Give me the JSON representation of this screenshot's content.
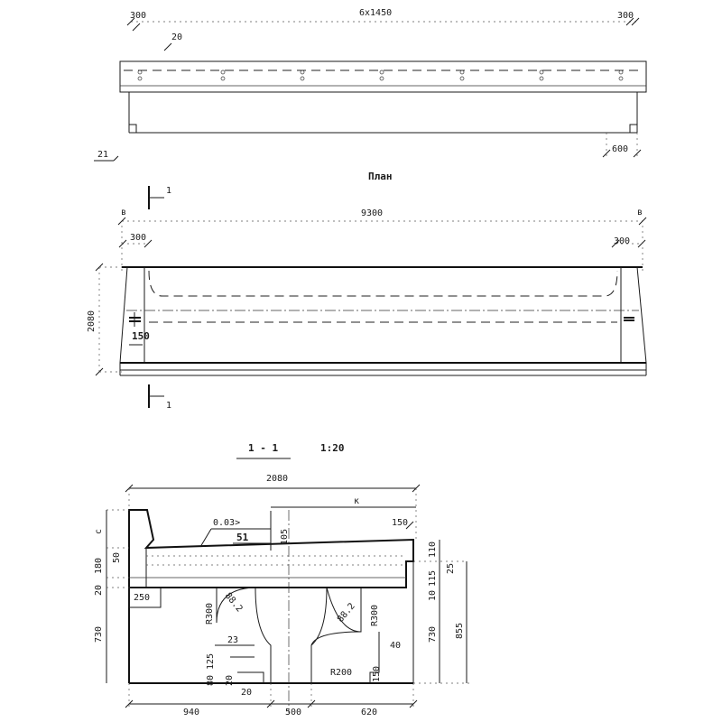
{
  "plan_view": {
    "title": "План",
    "span_label": "9300",
    "end_offset_left": "300",
    "end_offset_right": "300",
    "height_label": "2080",
    "small_dim": "150",
    "section_mark": "1",
    "section_mark_bottom": "1",
    "view_letter_left": "в",
    "view_letter_right": "в"
  },
  "elevation_view": {
    "overall": "6x1450",
    "left_offset": "300",
    "right_offset": "300",
    "top_dim": "20",
    "bottom_dim": "600",
    "callout": "21"
  },
  "section_view": {
    "title": "1 - 1",
    "scale": "1:20",
    "width": "2080",
    "k_label": "к",
    "slope": "0.03>",
    "dims": {
      "d51": "51",
      "d105": "105",
      "d150_top": "150",
      "d110": "110",
      "d115": "115",
      "d10": "10",
      "d25": "25",
      "c": "с",
      "d50": "50",
      "d180": "180",
      "d20_left": "20",
      "d730_left": "730",
      "d250": "250",
      "r300_left": "R300",
      "r300_right": "R300",
      "ang_left": "88.2",
      "ang_right": "88.2",
      "d23": "23",
      "d125": "125",
      "d80": "80",
      "d20_bot_a": "20",
      "d20_bot_b": "20",
      "d40": "40",
      "r200": "R200",
      "d150_bot": "150",
      "d730_right": "730",
      "d855": "855",
      "d940": "940",
      "d500": "500",
      "d620": "620"
    }
  }
}
